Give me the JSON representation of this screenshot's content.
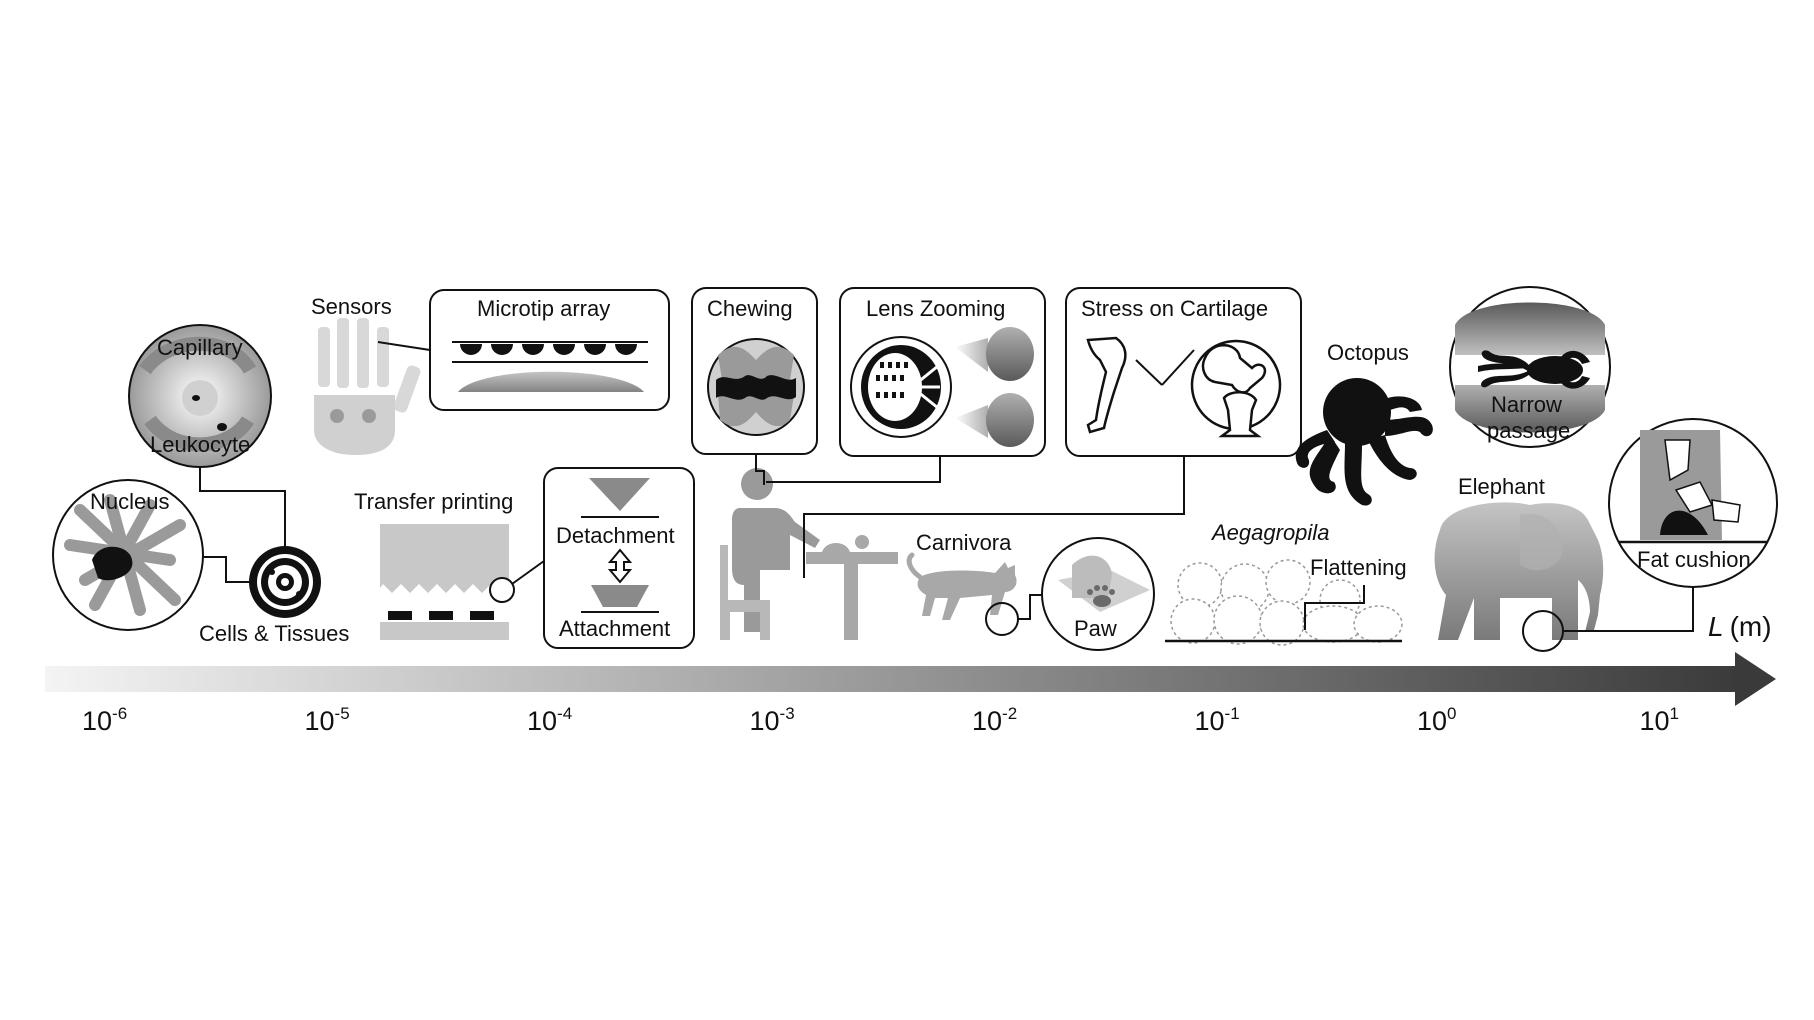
{
  "axis": {
    "title_symbol": "L",
    "title_unit": "(m)",
    "ticks": [
      {
        "base": "10",
        "exp": "-6"
      },
      {
        "base": "10",
        "exp": "-5"
      },
      {
        "base": "10",
        "exp": "-4"
      },
      {
        "base": "10",
        "exp": "-3"
      },
      {
        "base": "10",
        "exp": "-2"
      },
      {
        "base": "10",
        "exp": "-1"
      },
      {
        "base": "10",
        "exp": "0"
      },
      {
        "base": "10",
        "exp": "1"
      }
    ]
  },
  "labels": {
    "nucleus": "Nucleus",
    "capillary": "Capillary",
    "leukocyte": "Leukocyte",
    "cells_tissues": "Cells & Tissues",
    "sensors": "Sensors",
    "microtip_array": "Microtip array",
    "transfer_printing": "Transfer printing",
    "detachment": "Detachment",
    "attachment": "Attachment",
    "chewing": "Chewing",
    "lens_zooming": "Lens Zooming",
    "stress_cartilage": "Stress on Cartilage",
    "carnivora": "Carnivora",
    "paw": "Paw",
    "aegagropila": "Aegagropila",
    "flattening": "Flattening",
    "octopus": "Octopus",
    "narrow_line1": "Narrow",
    "narrow_line2": "passage",
    "elephant": "Elephant",
    "fat_cushion": "Fat cushion"
  },
  "colors": {
    "axis_start": "#f2f2f2",
    "axis_end": "#3a3a3a",
    "ink": "#111111",
    "mid_gray": "#8a8a8a",
    "light_gray": "#c8c8c8"
  }
}
